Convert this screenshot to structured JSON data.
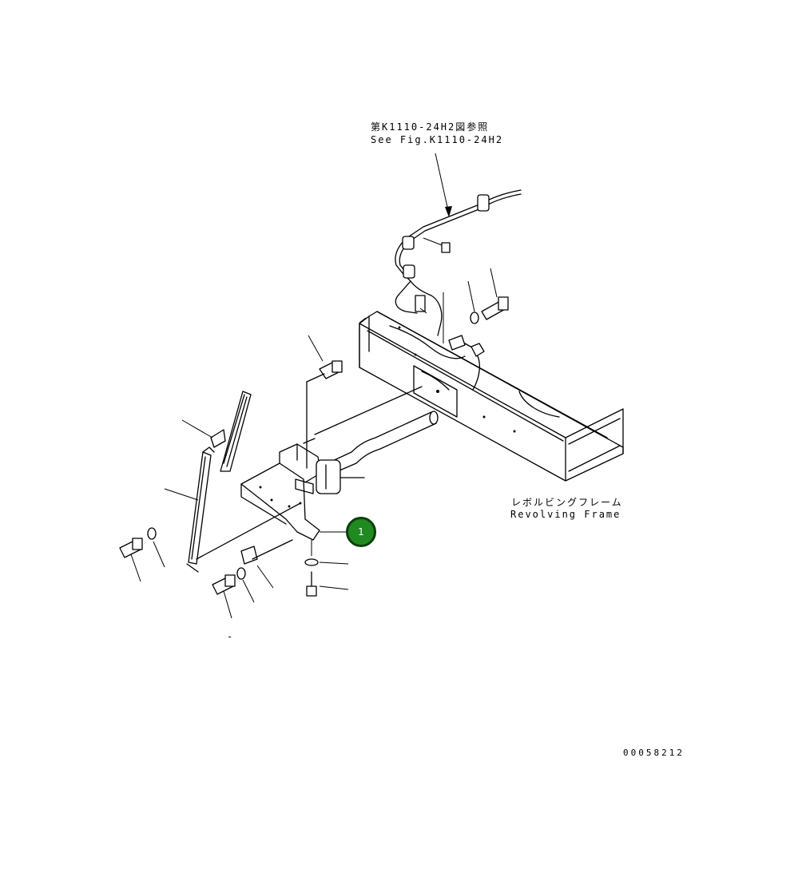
{
  "references": {
    "see_fig_jp": "第K1110-24H2図参照",
    "see_fig_en": "See Fig.K1110-24H2"
  },
  "frame_label": {
    "jp": "レボルビングフレーム",
    "en": "Revolving Frame"
  },
  "callouts": [
    {
      "number": "1",
      "color": "#1f8a1f"
    }
  ],
  "part_dash": "-",
  "drawing_number": "00058212",
  "icons": [
    "bolt-icon",
    "washer-icon",
    "clip-icon",
    "wiper-icon",
    "harness-icon"
  ]
}
